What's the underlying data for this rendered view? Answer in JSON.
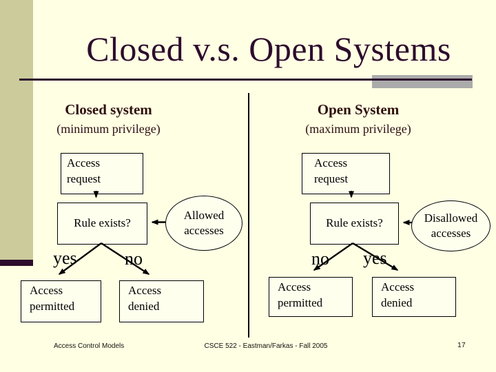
{
  "slide": {
    "title": "Closed v.s. Open Systems"
  },
  "left": {
    "heading": "Closed system",
    "subheading": "(minimum privilege)",
    "flow": {
      "request": [
        "Access",
        "request"
      ],
      "rule": "Rule exists?",
      "ellipse": [
        "Allowed",
        "accesses"
      ],
      "branch_labels": [
        "yes",
        "no"
      ],
      "permitted": [
        "Access",
        "permitted"
      ],
      "denied": [
        "Access",
        "denied"
      ]
    }
  },
  "right": {
    "heading": "Open System",
    "subheading": "(maximum privilege)",
    "flow": {
      "request": [
        "Access",
        "request"
      ],
      "rule": "Rule exists?",
      "ellipse": [
        "Disallowed",
        "accesses"
      ],
      "branch_labels": [
        "no",
        "yes"
      ],
      "permitted": [
        "Access",
        "permitted"
      ],
      "denied": [
        "Access",
        "denied"
      ]
    }
  },
  "footer": {
    "left": "Access Control Models",
    "center": "CSCE 522 - Eastman/Farkas - Fall 2005",
    "page": "17"
  },
  "colors": {
    "background": "#FFFFE3",
    "sidebar": "#CBCB9B",
    "title_ink": "#2D0C2D",
    "accent_gray": "#ABABAB",
    "heading_ink": "#2E0F0F",
    "diagram_ink": "#000000"
  }
}
